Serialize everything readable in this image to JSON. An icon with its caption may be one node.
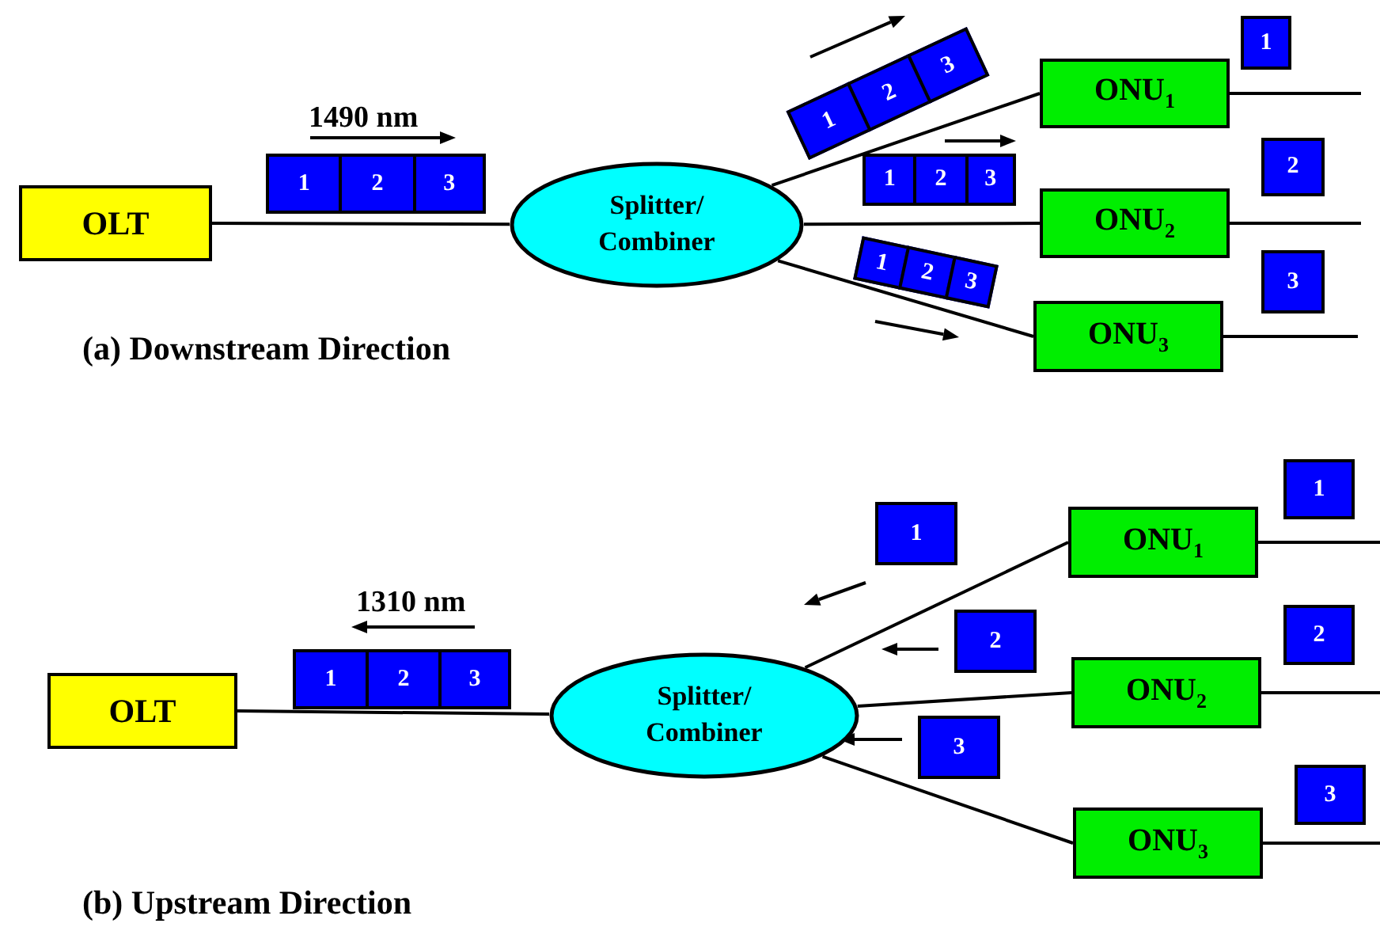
{
  "diagram": {
    "nodes": [
      {
        "text": [
          "OLT"
        ]
      },
      {
        "text": [
          "Splitter/ Combiner"
        ]
      },
      {
        "text": [
          "ONU$_{1}$"
        ]
      },
      {
        "text": [
          "ONU$_{2}$"
        ]
      },
      {
        "text": [
          "ONU$_{3}$"
        ]
      },
      {
        "text": [
          "1"
        ]
      },
      {
        "text": [
          "2"
        ]
      },
      {
        "text": [
          "3"
        ]
      },
      {
        "text": [
          "1"
        ]
      },
      {
        "text": [
          "2"
        ]
      },
      {
        "text": [
          "3"
        ]
      },
      {
        "text": [
          "1"
        ]
      },
      {
        "text": [
          "1"
        ]
      },
      {
        "text": [
          "2"
        ]
      },
      {
        "text": [
          "3"
        ]
      },
      {
        "text": [
          "2"
        ]
      },
      {
        "text": [
          "1"
        ]
      },
      {
        "text": [
          "2"
        ]
      },
      {
        "text": [
          "3"
        ]
      },
      {
        "text": [
          "3"
        ]
      },
      {
        "text": [
          "OLT"
        ]
      },
      {
        "text": [
          "Splitter/ Combiner"
        ]
      },
      {
        "text": [
          "ONU$_{1}$"
        ]
      },
      {
        "text": [
          "ONU$_{2}$"
        ]
      },
      {
        "text": [
          "ONU$_{3}$"
        ]
      },
      {
        "text": [
          "1"
        ]
      },
      {
        "text": [
          "2"
        ]
      },
      {
        "text": [
          "3"
        ]
      },
      {
        "text": [
          "1"
        ]
      },
      {
        "text": [
          "1"
        ]
      },
      {
        "text": [
          "2"
        ]
      },
      {
        "text": [
          "2"
        ]
      },
      {
        "text": [
          "3"
        ]
      },
      {
        "text": [
          "3"
        ]
      }
    ],
    "edges": [
      {
        "from": 0,
        "to": 1,
        "arrow": "none"
      },
      {
        "from": 1,
        "to": 2,
        "arrow": "none"
      },
      {
        "from": 1,
        "to": 3,
        "arrow": "none"
      },
      {
        "from": 1,
        "to": 4,
        "arrow": "none"
      },
      {
        "from": 2,
        "to": null,
        "arrow": "none"
      },
      {
        "from": 3,
        "to": null,
        "arrow": "none"
      },
      {
        "from": 4,
        "to": null,
        "arrow": "none"
      },
      {
        "from": 20,
        "to": 21,
        "arrow": "none"
      },
      {
        "from": 21,
        "to": 22,
        "arrow": "none"
      },
      {
        "from": 21,
        "to": 23,
        "arrow": "none"
      },
      {
        "from": 21,
        "to": 24,
        "arrow": "none"
      },
      {
        "from": 22,
        "to": null,
        "arrow": "none"
      },
      {
        "from": 23,
        "to": null,
        "arrow": "none"
      },
      {
        "from": 24,
        "to": null,
        "arrow": "none"
      }
    ],
    "labels": [
      "1490 nm",
      "(a) Downstream Direction",
      "1310 nm",
      "(b) Upstream Direction"
    ]
  }
}
